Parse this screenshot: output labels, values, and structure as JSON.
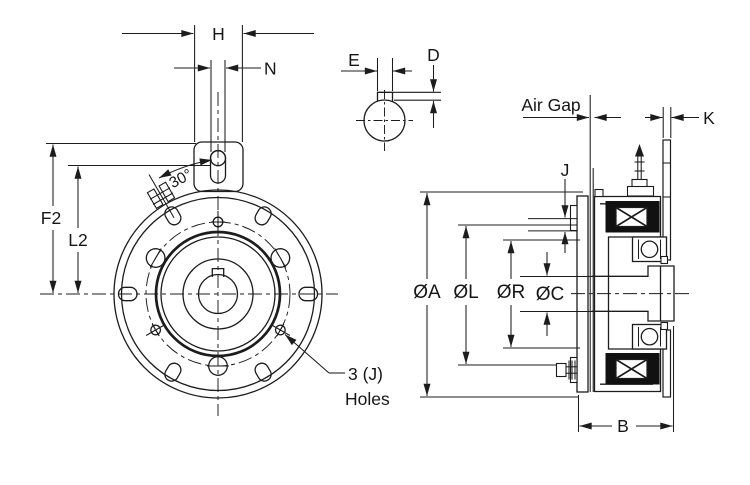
{
  "diagram": {
    "background": "#ffffff",
    "line_color": "#1c1c1c",
    "front_view": {
      "dim_h": "H",
      "dim_n": "N",
      "dim_f2": "F2",
      "dim_l2": "L2",
      "angle_label": "30°",
      "holes_label_line1": "3 (J)",
      "holes_label_line2": "Holes"
    },
    "key_detail": {
      "dim_e": "E",
      "dim_d": "D"
    },
    "side_view": {
      "air_gap_label": "Air Gap",
      "dim_k": "K",
      "dim_j": "J",
      "dim_dia_a": "ØA",
      "dim_dia_l": "ØL",
      "dim_dia_r": "ØR",
      "dim_dia_c": "ØC",
      "dim_b": "B"
    }
  }
}
